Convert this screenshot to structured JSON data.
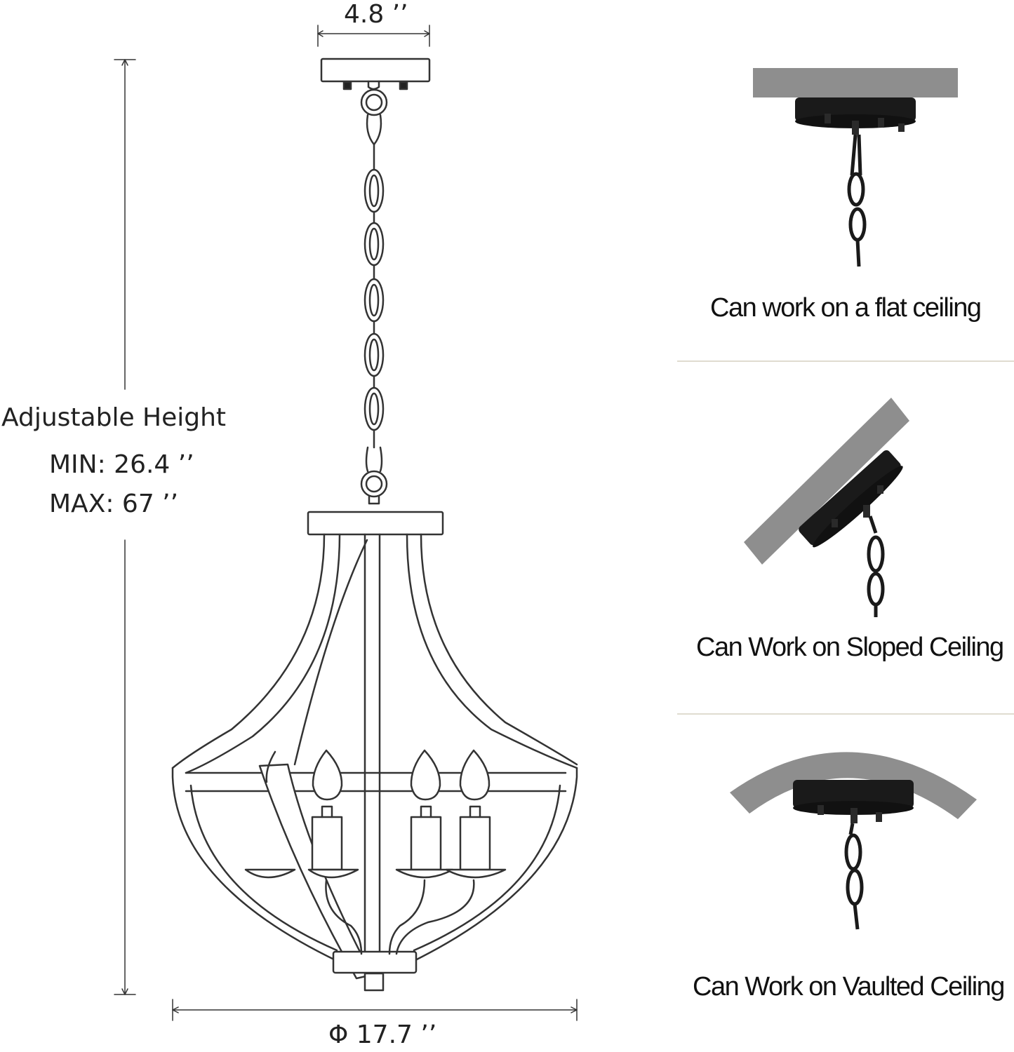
{
  "dimensions": {
    "canopy_width": "4.8 ’’",
    "height_title": "Adjustable Height",
    "height_min": "MIN:  26.4 ’’",
    "height_max": "MAX: 67 ’’",
    "diameter": "Φ 17.7 ’’"
  },
  "mounting": [
    {
      "caption": "Can work on a flat ceiling"
    },
    {
      "caption": "Can Work on Sloped Ceiling"
    },
    {
      "caption": "Can Work on Vaulted Ceiling"
    }
  ],
  "colors": {
    "line": "#333333",
    "fixture_black": "#1a1a1a",
    "ceiling_gray": "#8e8e8e",
    "divider": "#e0dcd0"
  }
}
